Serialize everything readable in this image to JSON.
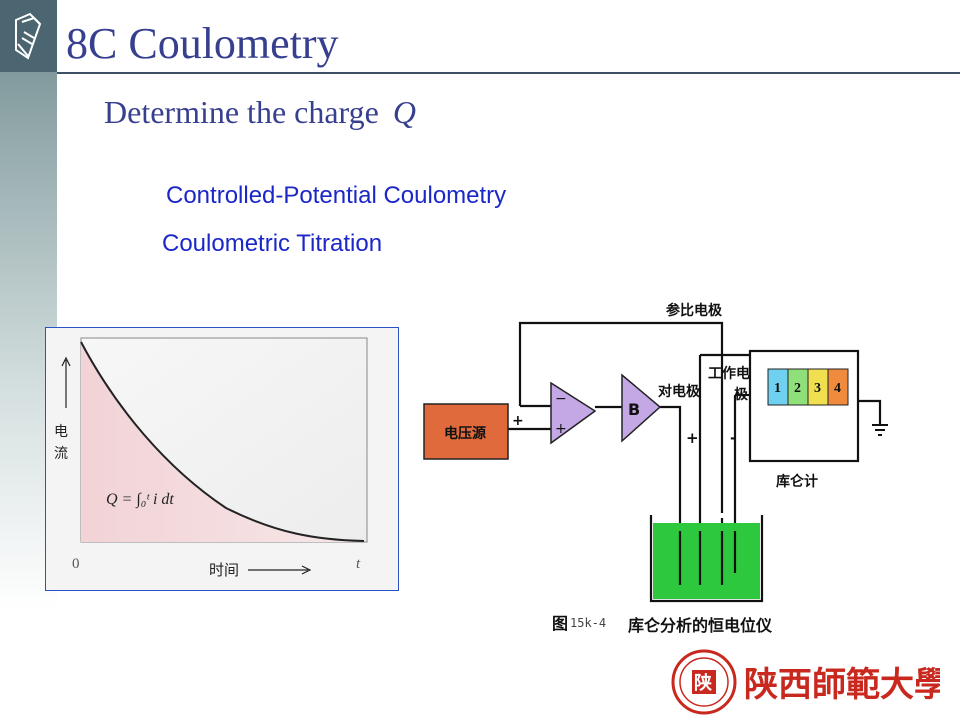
{
  "header": {
    "title": "8C Coulometry"
  },
  "subtitle": {
    "text": "Determine the charge",
    "symbol": "Q"
  },
  "methods": [
    "Controlled-Potential Coulometry",
    "Coulometric Titration"
  ],
  "current_time_plot": {
    "y_label": "电\n流",
    "x_label": "时间",
    "origin_label": "0",
    "t_label": "t",
    "formula": "Q = ∫₀ᵗ i dt"
  },
  "circuit_diagram": {
    "voltage_source": "电压源",
    "reference_electrode": "参比电极",
    "counter_electrode": "对电极",
    "working_electrode": "工作电极",
    "amplifier_b": "B",
    "plus": "+",
    "minus": "-",
    "coulometer": "库仑计",
    "coulometer_digits": [
      "1",
      "2",
      "3",
      "4"
    ],
    "caption_prefix": "图",
    "caption_num": "15k-4",
    "caption": "库仑分析的恒电位仪"
  },
  "school": {
    "name": "陕西師範大學"
  },
  "colors": {
    "title": "#373f8f",
    "methods": "#1b27c7",
    "source_box": "#e06a3c",
    "amp": "#c4a8e6",
    "solution": "#2ec83e",
    "logo_red": "#c8281e"
  }
}
